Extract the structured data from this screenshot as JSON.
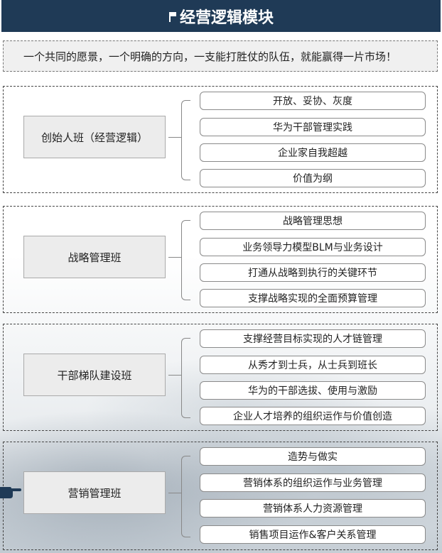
{
  "header": {
    "title": "经营逻辑模块"
  },
  "slogan": "一个共同的愿景，一个明确的方向，一支能打胜仗的队伍，就能赢得一片市场！",
  "sections": [
    {
      "category": "创始人班（经营逻辑）",
      "items": [
        "开放、妥协、灰度",
        "华为干部管理实践",
        "企业家自我超越",
        "价值为纲"
      ]
    },
    {
      "category": "战略管理班",
      "items": [
        "战略管理思想",
        "业务领导力模型BLM与业务设计",
        "打通从战略到执行的关键环节",
        "支撑战略实现的全面预算管理"
      ]
    },
    {
      "category": "干部梯队建设班",
      "items": [
        "支撑经营目标实现的人才链管理",
        "从秀才到士兵，从士兵到班长",
        "华为的干部选拔、使用与激励",
        "企业人才培养的组织运作与价值创造"
      ]
    },
    {
      "category": "营销管理班",
      "items": [
        "造势与做实",
        "营销体系的组织运作与业务管理",
        "营销体系人力资源管理",
        "销售项目运作&客户关系管理"
      ]
    }
  ],
  "colors": {
    "header_bg": "#1f3a56",
    "panel_bg": "#ececec",
    "border": "#444444"
  },
  "icons": {
    "header": "flag-icon",
    "pointer": "pointing-hand-icon"
  }
}
